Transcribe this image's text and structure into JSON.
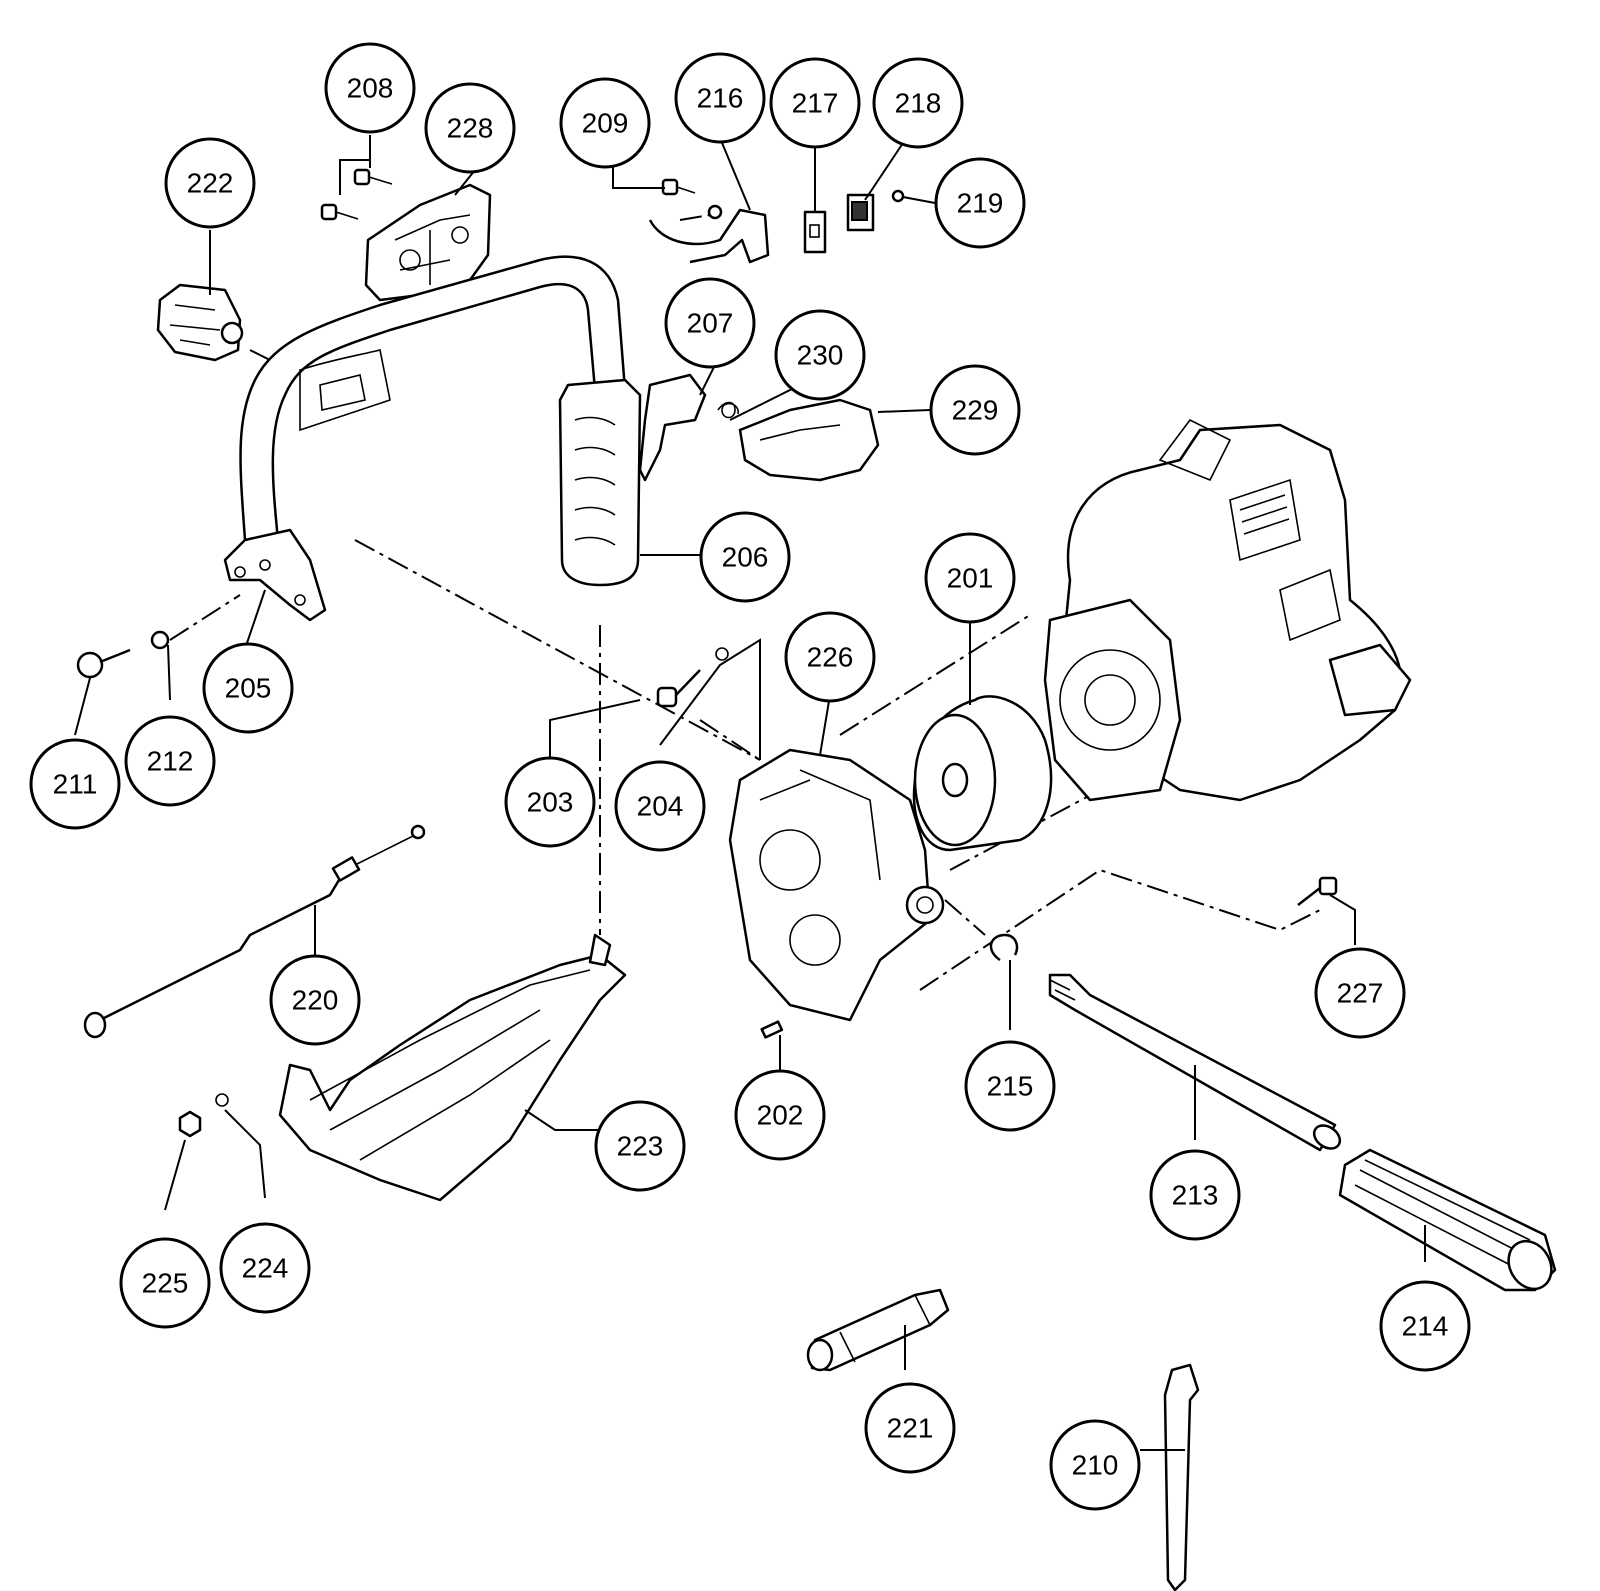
{
  "callouts": [
    {
      "id": "p201",
      "label": "201"
    },
    {
      "id": "p202",
      "label": "202"
    },
    {
      "id": "p203",
      "label": "203"
    },
    {
      "id": "p204",
      "label": "204"
    },
    {
      "id": "p205",
      "label": "205"
    },
    {
      "id": "p206",
      "label": "206"
    },
    {
      "id": "p207",
      "label": "207"
    },
    {
      "id": "p208",
      "label": "208"
    },
    {
      "id": "p209",
      "label": "209"
    },
    {
      "id": "p210",
      "label": "210"
    },
    {
      "id": "p211",
      "label": "211"
    },
    {
      "id": "p212",
      "label": "212"
    },
    {
      "id": "p213",
      "label": "213"
    },
    {
      "id": "p214",
      "label": "214"
    },
    {
      "id": "p215",
      "label": "215"
    },
    {
      "id": "p216",
      "label": "216"
    },
    {
      "id": "p217",
      "label": "217"
    },
    {
      "id": "p218",
      "label": "218"
    },
    {
      "id": "p219",
      "label": "219"
    },
    {
      "id": "p220",
      "label": "220"
    },
    {
      "id": "p221",
      "label": "221"
    },
    {
      "id": "p222",
      "label": "222"
    },
    {
      "id": "p223",
      "label": "223"
    },
    {
      "id": "p224",
      "label": "224"
    },
    {
      "id": "p225",
      "label": "225"
    },
    {
      "id": "p226",
      "label": "226"
    },
    {
      "id": "p227",
      "label": "227"
    },
    {
      "id": "p228",
      "label": "228"
    },
    {
      "id": "p229",
      "label": "229"
    },
    {
      "id": "p230",
      "label": "230"
    }
  ]
}
